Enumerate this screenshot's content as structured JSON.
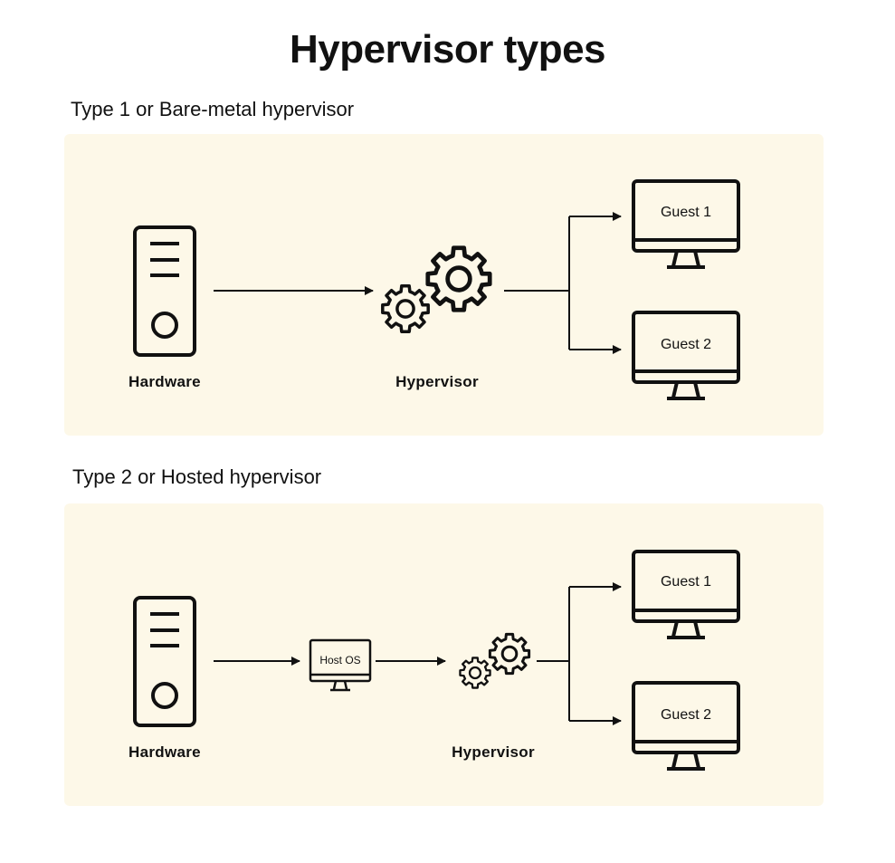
{
  "title": "Hypervisor types",
  "type1": {
    "heading": "Type 1 or Bare-metal hypervisor",
    "hardware_label": "Hardware",
    "hypervisor_label": "Hypervisor",
    "guest1_label": "Guest 1",
    "guest2_label": "Guest 2"
  },
  "type2": {
    "heading": "Type 2 or Hosted hypervisor",
    "hardware_label": "Hardware",
    "host_os_label": "Host OS",
    "hypervisor_label": "Hypervisor",
    "guest1_label": "Guest 1",
    "guest2_label": "Guest 2"
  },
  "colors": {
    "panel_background": "#fdf8e8",
    "stroke": "#111111"
  }
}
